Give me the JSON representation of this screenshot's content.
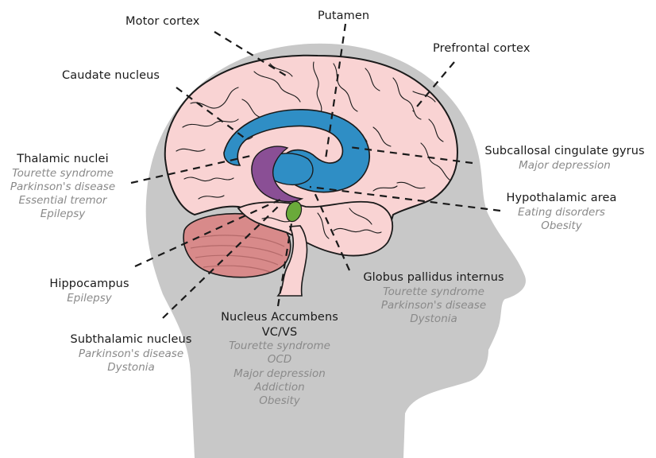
{
  "labels": {
    "motor_cortex": {
      "title": "Motor cortex"
    },
    "putamen": {
      "title": "Putamen"
    },
    "prefrontal_cortex": {
      "title": "Prefrontal cortex"
    },
    "caudate_nucleus": {
      "title": "Caudate nucleus"
    },
    "thalamic_nuclei": {
      "title": "Thalamic nuclei",
      "conditions": [
        "Tourette syndrome",
        "Parkinson's disease",
        "Essential tremor",
        "Epilepsy"
      ]
    },
    "subcallosal_cingulate_gyrus": {
      "title": "Subcallosal cingulate gyrus",
      "conditions": [
        "Major depression"
      ]
    },
    "hypothalamic_area": {
      "title": "Hypothalamic area",
      "conditions": [
        "Eating disorders",
        "Obesity"
      ]
    },
    "hippocampus": {
      "title": "Hippocampus",
      "conditions": [
        "Epilepsy"
      ]
    },
    "globus_pallidus_internus": {
      "title": "Globus pallidus internus",
      "conditions": [
        "Tourette syndrome",
        "Parkinson's disease",
        "Dystonia"
      ]
    },
    "subthalamic_nucleus": {
      "title": "Subthalamic nucleus",
      "conditions": [
        "Parkinson's disease",
        "Dystonia"
      ]
    },
    "nucleus_accumbens": {
      "title_line1": "Nucleus Accumbens",
      "title_line2": "VC/VS",
      "conditions": [
        "Tourette syndrome",
        "OCD",
        "Major depression",
        "Addiction",
        "Obesity"
      ]
    }
  },
  "colors": {
    "head": "#c8c8c8",
    "brain_fill": "#f9d3d3",
    "brain_outline": "#1a1a1a",
    "cerebellum": "#d88a8a",
    "striatum_blue": "#2f8ec5",
    "thalamus_purple": "#8a4f95",
    "accumbens_green": "#6aaa3a",
    "label_text": "#1a1a1a",
    "condition_text": "#8a8a8a"
  }
}
